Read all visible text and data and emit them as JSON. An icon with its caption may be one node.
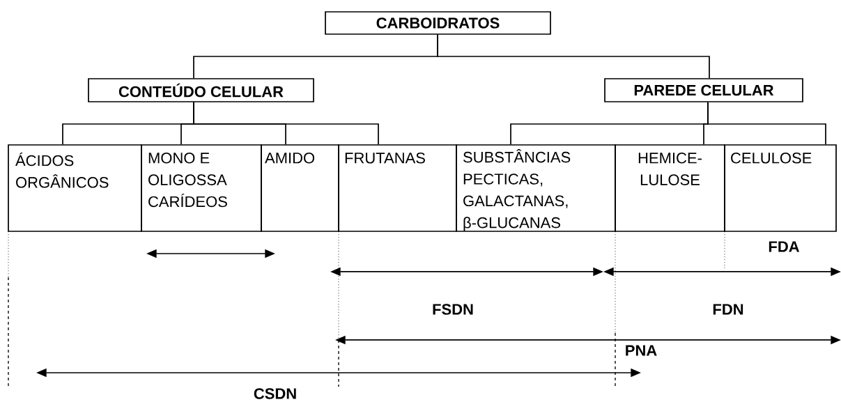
{
  "diagram": {
    "nodes": [
      {
        "text": [
          "CARBOIDRATOS"
        ]
      },
      {
        "text": [
          "CONTEÚDO CELULAR"
        ]
      },
      {
        "text": [
          "PAREDE CELULAR"
        ]
      },
      {
        "text": [
          "ÁCIDOS ORGÂNICOS"
        ]
      },
      {
        "text": [
          "MONO E OLIGOSSA CARÍDEOS"
        ]
      },
      {
        "text": [
          "AMIDO"
        ]
      },
      {
        "text": [
          "FRUTANAS"
        ]
      },
      {
        "text": [
          "SUBSTÂNCIAS PECTICAS, GALACTANAS, β-GLUCANAS"
        ]
      },
      {
        "text": [
          "HEMICE- LULOSE"
        ]
      },
      {
        "text": [
          "CELULOSE"
        ]
      }
    ],
    "edges": [
      {
        "from": 0,
        "to": 1,
        "arrow": "none"
      },
      {
        "from": 0,
        "to": 2,
        "arrow": "none"
      },
      {
        "from": 1,
        "to": 3,
        "arrow": "none"
      },
      {
        "from": 1,
        "to": 4,
        "arrow": "none"
      },
      {
        "from": 1,
        "to": 5,
        "arrow": "none"
      },
      {
        "from": 1,
        "to": 6,
        "arrow": "none"
      },
      {
        "from": 2,
        "to": 7,
        "arrow": "none"
      },
      {
        "from": 2,
        "to": 8,
        "arrow": "none"
      },
      {
        "from": 2,
        "to": 9,
        "arrow": "none"
      }
    ],
    "labels": [
      "FDA",
      "FSDN",
      "FDN",
      "PNA",
      "CSDN"
    ]
  }
}
